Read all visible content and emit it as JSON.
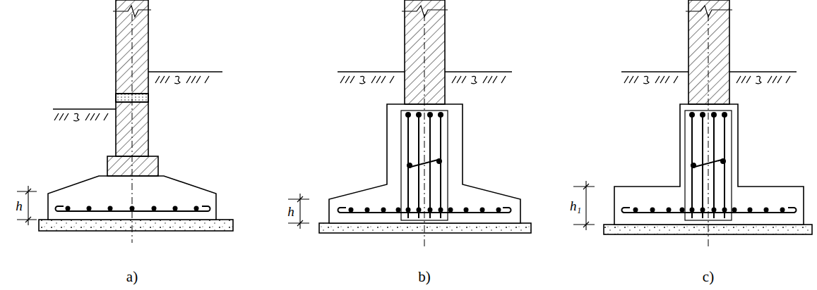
{
  "diagram": {
    "labels": [
      "h",
      "h",
      "h₁",
      "a)",
      "b)",
      "c)"
    ]
  }
}
